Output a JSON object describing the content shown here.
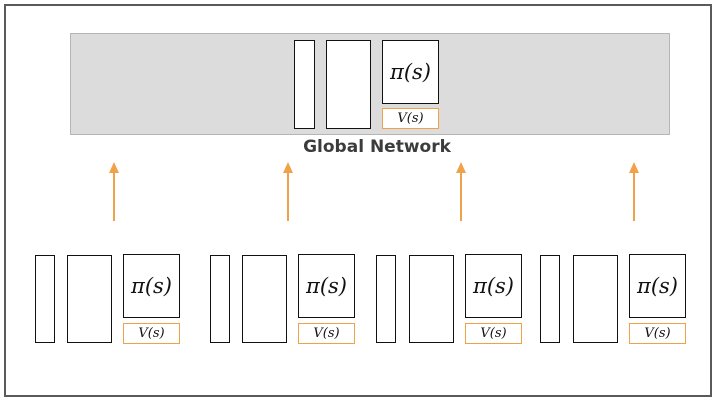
{
  "global": {
    "label": "Global Network",
    "policy_label": "π(s)",
    "value_label": "V(s)"
  },
  "workers": [
    {
      "policy_label": "π(s)",
      "value_label": "V(s)"
    },
    {
      "policy_label": "π(s)",
      "value_label": "V(s)"
    },
    {
      "policy_label": "π(s)",
      "value_label": "V(s)"
    },
    {
      "policy_label": "π(s)",
      "value_label": "V(s)"
    }
  ],
  "colors": {
    "arrow": "#f0a24a",
    "value_border": "#f0a24a",
    "global_panel": "#dcdcdc"
  }
}
